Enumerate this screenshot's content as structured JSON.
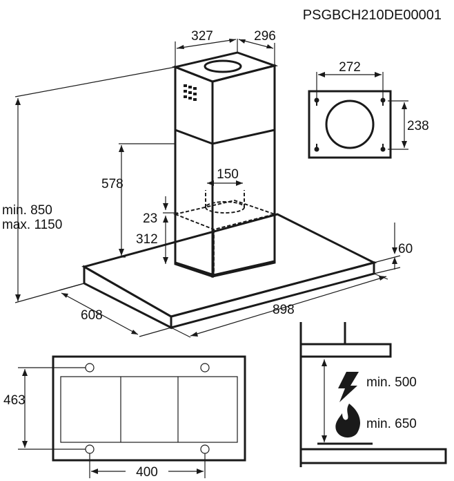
{
  "model_code": "PSGBCH210DE00001",
  "dimensions": {
    "chimney_width": "327",
    "chimney_depth": "296",
    "bracket_width": "272",
    "bracket_height": "238",
    "duct_diameter": "150",
    "chimney_lower": "578",
    "height_min": "min. 850",
    "height_max": "max. 1150",
    "outlet_offset": "23",
    "motor_height": "312",
    "canopy_thickness": "60",
    "canopy_depth": "608",
    "canopy_width": "898",
    "fixing_depth": "463",
    "fixing_width": "400"
  },
  "clearances": {
    "electric_label": "min. 500",
    "gas_label": "min. 650"
  },
  "icons": [
    "lightning-icon",
    "flame-icon"
  ]
}
